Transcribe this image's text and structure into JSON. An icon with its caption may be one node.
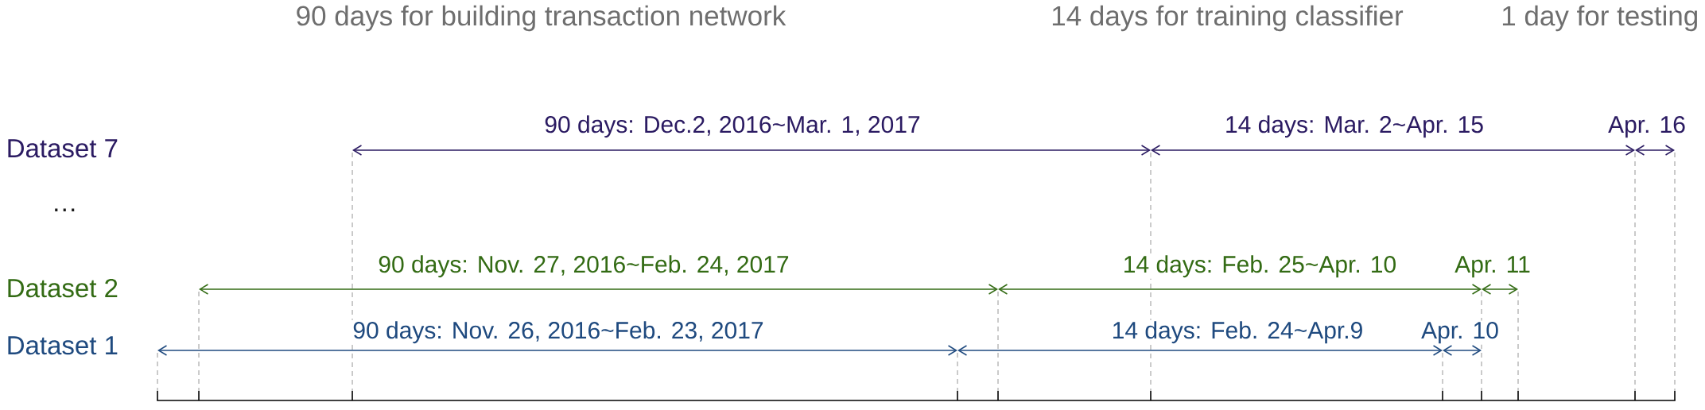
{
  "diagram": {
    "labels": [
      "90 days for building transaction network",
      "14 days for training classifier",
      "1 day for testing",
      "90 days: Dec.2, 2016~Mar. 1, 2017",
      "14 days: Mar. 2~Apr. 15",
      "Apr. 16",
      "Dataset 7",
      "…",
      "90 days: Nov. 27, 2016~Feb. 24, 2017",
      "14 days: Feb. 25~Apr. 10",
      "Apr. 11",
      "Dataset 2",
      "90 days: Nov. 26, 2016~Feb. 23, 2017",
      "14 days: Feb. 24~Apr.9",
      "Apr. 10",
      "Dataset 1"
    ]
  }
}
